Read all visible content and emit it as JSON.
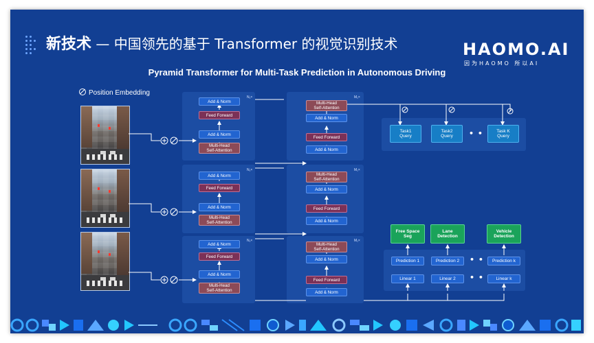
{
  "slide": {
    "heading_bold": "新技术",
    "heading_rest": " — 中国领先的基于 Transformer 的视觉识别技术",
    "logo": "HAOMO.AI",
    "logo_subtitle": "因为HAOMO 所以AI",
    "diagram_title": "Pyramid Transformer for Multi-Task Prediction in Autonomous Driving",
    "position_embedding_label": "Position Embedding"
  },
  "encoder": {
    "add_norm": "Add & Norm",
    "feed_forward": "Feed Forward",
    "self_attention": "Multi-Head\nSelf-Attention",
    "n_label": "N₁×",
    "m_label": "M₁×"
  },
  "queries": [
    "Task1\nQuery",
    "Task2\nQuery",
    "Task K\nQuery"
  ],
  "tasks": [
    "Free Space\nSeg",
    "Lane\nDetection",
    "Vehicle\nDetection"
  ],
  "predictions": [
    "Prediction 1",
    "Prediction 2",
    "Prediction k"
  ],
  "linears": [
    "Linear 1",
    "Linear 2",
    "Linear k"
  ],
  "ellipsis": "• • •",
  "colors": {
    "background": "#123f93",
    "card": "#1c4da3",
    "add_norm": "#2264d0",
    "feed_forward": "#7b3157",
    "attention": "#8c4a57",
    "query": "#177ec6",
    "task": "#1aa35a",
    "line": "#ffffff"
  },
  "icons": {
    "plus_circle": "plus-circle-icon",
    "position_embedding": "position-embedding-icon",
    "arrow": "arrow-icon"
  }
}
